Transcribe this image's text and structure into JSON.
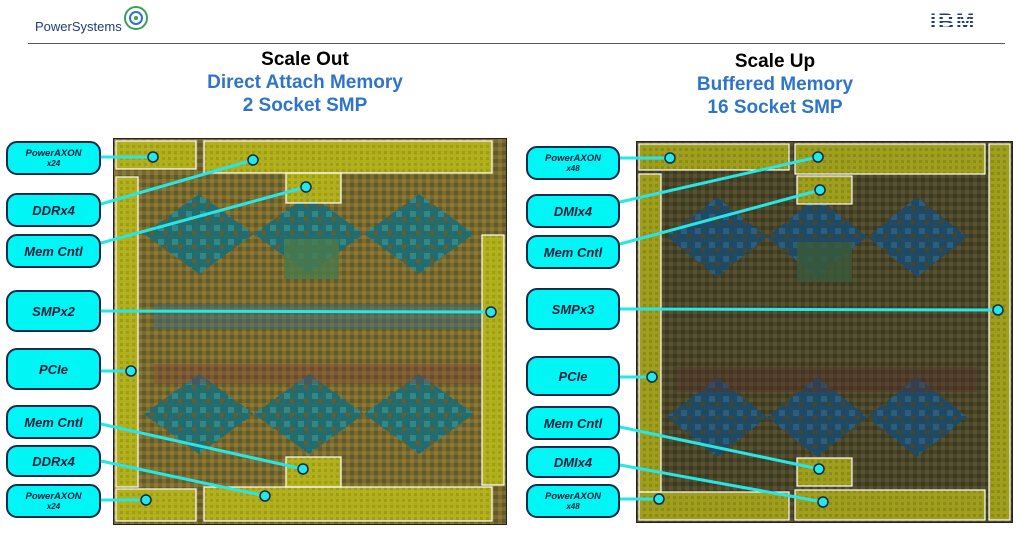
{
  "header": {
    "brand": "PowerSystems",
    "ibm": "IBM"
  },
  "left_panel": {
    "title": "Scale Out",
    "subtitle1": "Direct Attach Memory",
    "subtitle2": "2 Socket SMP",
    "labels": {
      "powerAxonTop": "PowerAXON",
      "powerAxonTopSub": "x24",
      "ddrTop": "DDRx4",
      "memCntlTop": "Mem Cntl",
      "smp": "SMPx2",
      "pcie": "PCIe",
      "memCntlBottom": "Mem Cntl",
      "ddrBottom": "DDRx4",
      "powerAxonBottom": "PowerAXON",
      "powerAxonBottomSub": "x24"
    }
  },
  "right_panel": {
    "title": "Scale Up",
    "subtitle1": "Buffered Memory",
    "subtitle2": "16 Socket SMP",
    "labels": {
      "powerAxonTop": "PowerAXON",
      "powerAxonTopSub": "x48",
      "dmiTop": "DMIx4",
      "memCntlTop": "Mem Cntl",
      "smp": "SMPx3",
      "pcie": "PCIe",
      "memCntlBottom": "Mem Cntl",
      "dmiBottom": "DMIx4",
      "powerAxonBottom": "PowerAXON",
      "powerAxonBottomSub": "x48"
    }
  }
}
